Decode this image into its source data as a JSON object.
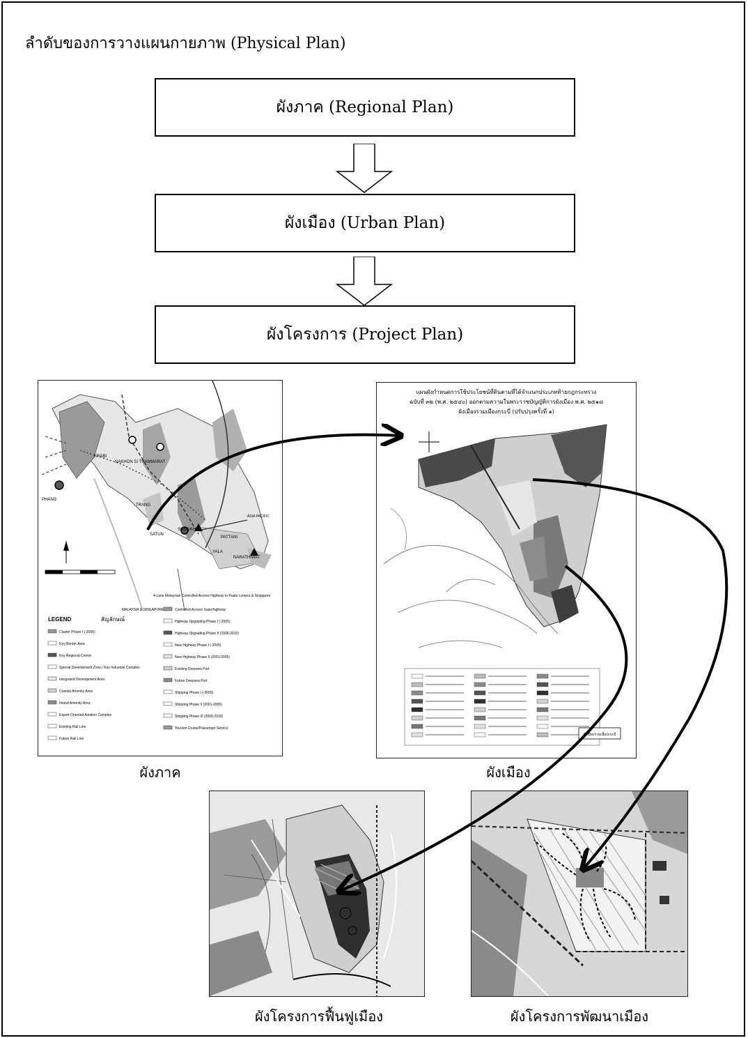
{
  "heading": "ลำดับของการวางแผนกายภาพ (Physical Plan)",
  "hierarchy": [
    {
      "label": "ผังภาค (Regional Plan)"
    },
    {
      "label": "ผังเมือง (Urban Plan)"
    },
    {
      "label": "ผังโครงการ (Project Plan)"
    }
  ],
  "maps": {
    "regional": {
      "caption": "ผังภาค",
      "legend_title": "LEGEND",
      "legend_title_th": "สัญลักษณ์",
      "labels": [
        "NAKHON SI THAMMARAT",
        "TRANG",
        "SATUN",
        "SONGKHLA",
        "PATTANI",
        "YALA",
        "NARATHIWAT",
        "PHANG",
        "KRABI",
        "ASIA PACIFIC",
        "MALAYSIA & SINGAPORE",
        "4-Lane Malaysian Controlled Access Highway to Kuala Lumpur & Singapore"
      ],
      "legend_items": [
        "Cluster Phase I (-2005)",
        "Key Border Area",
        "Key Regional Centre",
        "Special Development Zone / Key Industrial Complex",
        "Integrated Development Area",
        "Coastal Amenity Area",
        "Inland Amenity Area",
        "Export-Oriented Aviation Complex",
        "Existing Rail Line",
        "Future Rail Line",
        "Controlled Access Superhighway",
        "Highway Upgrading Phase I (-2005)",
        "Highway Upgrading Phase II (2006-2015)",
        "New Highway Phase I (-2005)",
        "New Highway Phase II (2001-2005)",
        "Existing Deepsea Port",
        "Future Deepsea Port",
        "Shipping Phase I (-2005)",
        "Shipping Phase II (2001-2005)",
        "Shipping Phase III (2006-2015)",
        "Tourism Cruise/Passenger Service"
      ]
    },
    "urban": {
      "caption": "ผังเมือง",
      "title_lines": [
        "แผนผังกำหนดการใช้ประโยชน์ที่ดินตามที่ได้จำแนกประเภทท้ายกฎกระทรวง",
        "ฉบับที่ ๓๒ (พ.ศ. ๒๕๔๐) ออกตามความในพระราชบัญญัติการผังเมือง พ.ศ. ๒๕๑๘",
        "ผังเมืองรวมเมืองกระบี่ (ปรับปรุงครั้งที่ ๑)"
      ],
      "stamp": "ผังเมืองรวมเมืองกระบี่"
    },
    "renewal": {
      "caption": "ผังโครงการฟื้นฟูเมือง"
    },
    "development": {
      "caption": "ผังโครงการพัฒนาเมือง"
    }
  },
  "colors": {
    "line": "#000000",
    "dark_zone": "#4a4a4a",
    "mid_zone": "#8c8c8c",
    "light_zone": "#cfcfcf"
  }
}
